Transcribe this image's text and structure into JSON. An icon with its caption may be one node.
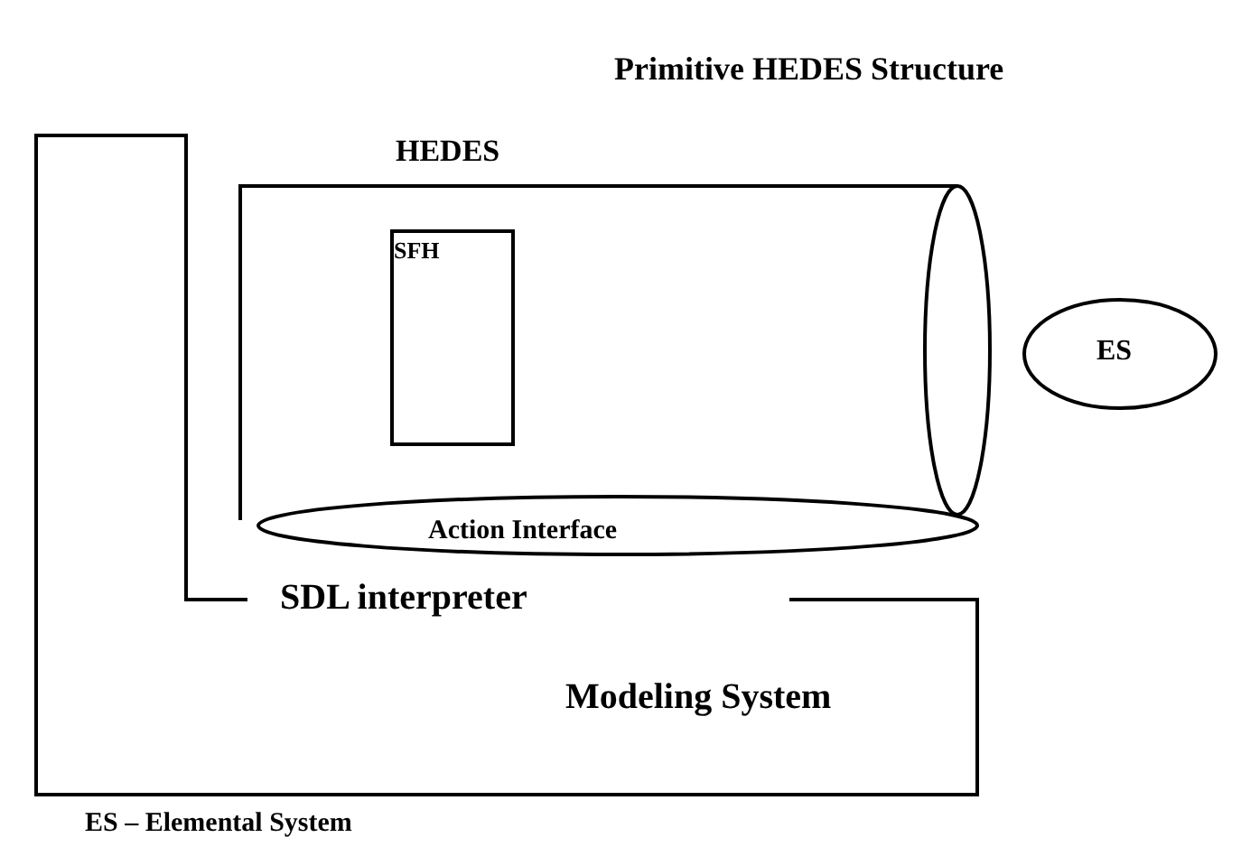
{
  "diagram": {
    "title": "Primitive HEDES Structure",
    "nodes": [
      {
        "text": [
          "SDL interpreter",
          "Modeling System"
        ]
      },
      {
        "text": [
          "HEDES"
        ],
        "in": 0
      },
      {
        "text": [
          "SFH"
        ],
        "in": 1
      },
      {
        "text": [
          "Action Interface"
        ],
        "in": 0
      },
      {
        "text": [
          "ES"
        ]
      }
    ],
    "labels": [
      "ES – Elemental System"
    ]
  }
}
